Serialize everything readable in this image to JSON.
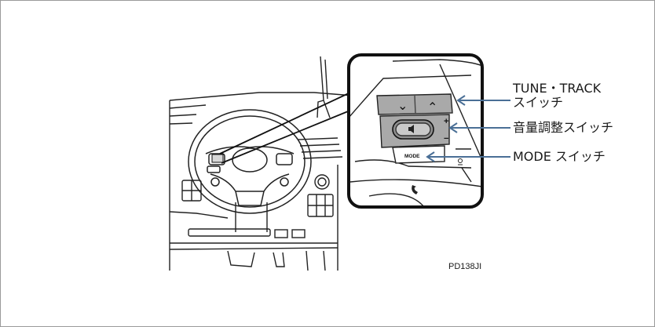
{
  "figure": {
    "code": "PD138JI"
  },
  "callouts": {
    "tune_track_line1": "TUNE・TRACK",
    "tune_track_line2": "スイッチ",
    "volume": "音量調整スイッチ",
    "mode": "MODE スイッチ"
  },
  "switch_panel": {
    "down_symbol": "⌄",
    "up_symbol": "⌃",
    "plus_symbol": "+",
    "minus_symbol": "−",
    "mode_label": "MODE"
  },
  "colors": {
    "arrow": "#4a6f96",
    "switch_gray": "#a9a9a9",
    "outline": "#222222"
  },
  "icons": [
    "speaker-icon",
    "phone-icon",
    "voice-icon"
  ]
}
